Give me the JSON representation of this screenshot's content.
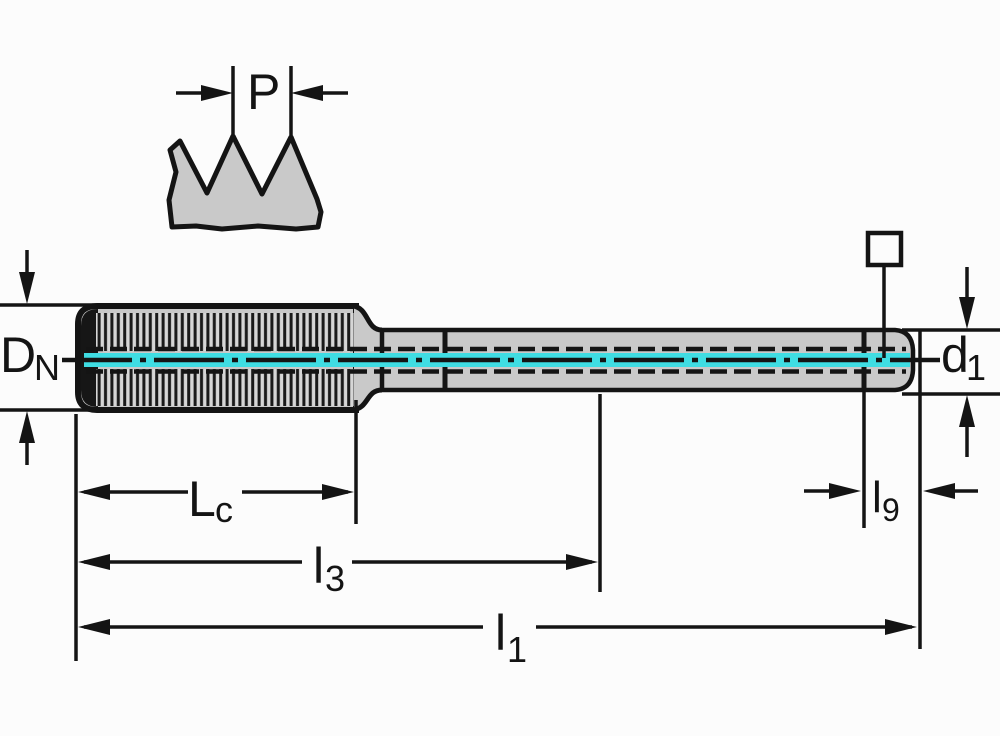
{
  "colors": {
    "background": "#fcfcfc",
    "outline": "#141414",
    "body_fill": "#c9c9c9",
    "coolant": "#3fdde3"
  },
  "labels": {
    "pitch": {
      "main": "P"
    },
    "nominal_diameter": {
      "main": "D",
      "sub": "N"
    },
    "shank_diameter": {
      "main": "d",
      "sub": "1"
    },
    "chamfer_length": {
      "main": "L",
      "sub": "c"
    },
    "thread_length": {
      "main": "l",
      "sub": "3"
    },
    "overall_length": {
      "main": "l",
      "sub": "1"
    },
    "square_length": {
      "main": "l",
      "sub": "9"
    }
  }
}
